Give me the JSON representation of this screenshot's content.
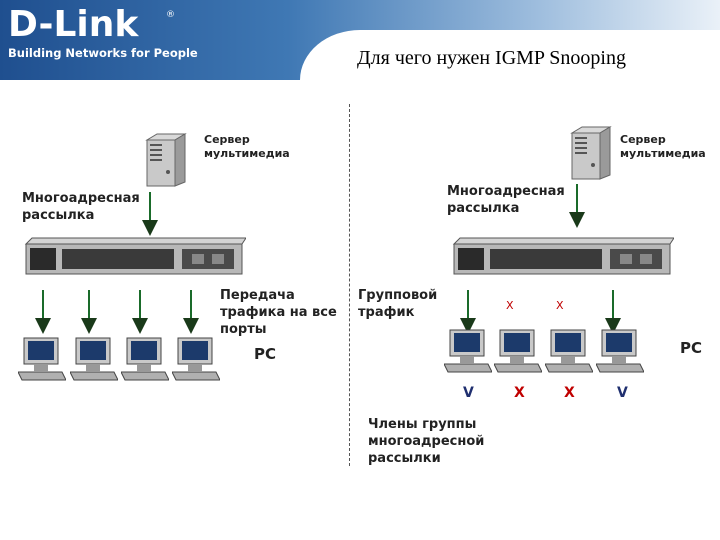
{
  "header": {
    "logo_text": "D-Link",
    "logo_registered": "®",
    "slogan": "Building Networks for People",
    "title": "Для чего нужен IGMP Snooping"
  },
  "left": {
    "server_label": "Сервер\nмультимедиа",
    "multicast_label": "Многоадресная\nрассылка",
    "flood_label": "Передача\nтрафика на все\nпорты",
    "pc_label": "PC"
  },
  "right": {
    "server_label": "Сервер\nмультимедиа",
    "multicast_label": "Многоадресная\nрассылка",
    "group_traffic_label": "Групповой\nтрафик",
    "port_marks": [
      "X",
      "X"
    ],
    "pc_label": "PC",
    "pc_marks": [
      "V",
      "X",
      "X",
      "V"
    ],
    "members_label": "Члены группы\nмногоадресной\nрассылки"
  },
  "colors": {
    "brand_blue": "#1f4f8f",
    "arrow_green": "#1a6b2a",
    "mark_red": "#c00000"
  }
}
